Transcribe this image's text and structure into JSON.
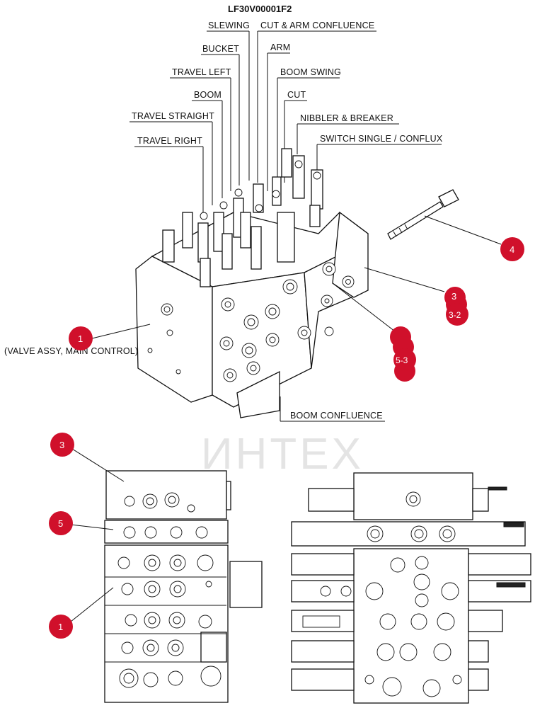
{
  "drawing_code": "LF30V00001F2",
  "watermark": "ИНТЕХ",
  "accent_color": "#d0102b",
  "labels": {
    "slewing": "SLEWING",
    "cut_arm_confluence": "CUT & ARM CONFLUENCE",
    "bucket": "BUCKET",
    "arm": "ARM",
    "travel_left": "TRAVEL LEFT",
    "boom_swing": "BOOM SWING",
    "boom": "BOOM",
    "cut": "CUT",
    "travel_straight": "TRAVEL STRAIGHT",
    "nibbler_breaker": "NIBBLER & BREAKER",
    "travel_right": "TRAVEL RIGHT",
    "switch_single_conflux": "SWITCH SINGLE / CONFLUX",
    "valve_assy": "(VALVE ASSY, MAIN CONTROL)",
    "boom_confluence": "BOOM CONFLUENCE"
  },
  "callouts": {
    "c1_main": "1",
    "c4": "4",
    "c3": "3",
    "c3_2": "3-2",
    "c5_3": "5-3",
    "c3_lower": "3",
    "c5_lower": "5",
    "c1_lower": "1"
  }
}
